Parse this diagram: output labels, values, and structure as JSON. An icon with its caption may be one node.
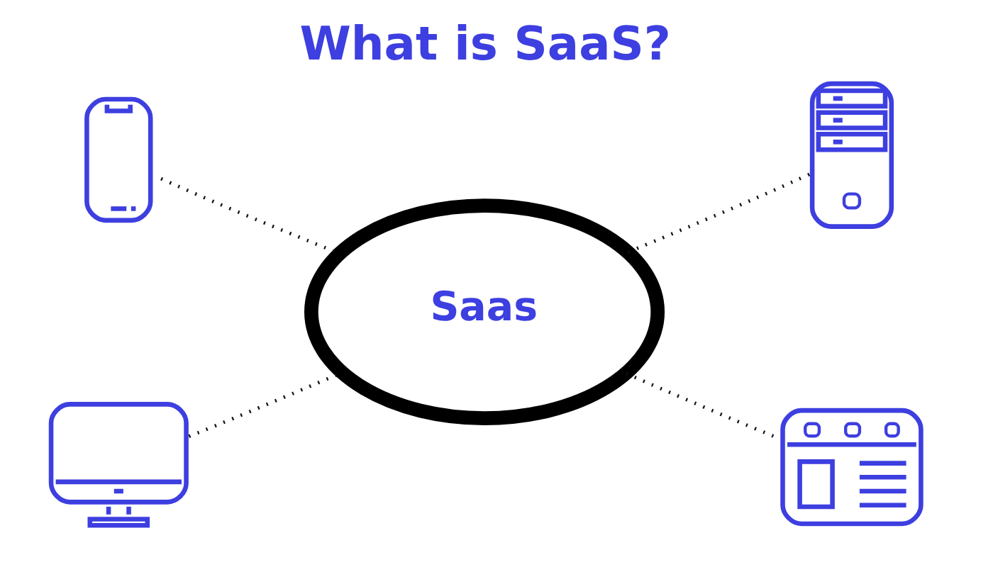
{
  "diagram": {
    "title": "What is SaaS?",
    "nodes": [
      {
        "text": [],
        "shape": "phone"
      },
      {
        "text": [],
        "shape": "server"
      },
      {
        "text": [
          "Saas"
        ]
      },
      {
        "text": [],
        "shape": "monitor"
      },
      {
        "text": [],
        "shape": "window"
      }
    ],
    "edges": [
      {
        "from": 0,
        "to": 2,
        "arrow": "none",
        "style": "dashed"
      },
      {
        "from": 2,
        "to": 1,
        "arrow": "none",
        "style": "dashed"
      },
      {
        "from": 3,
        "to": 2,
        "arrow": "none",
        "style": "dashed"
      },
      {
        "from": 2,
        "to": 4,
        "arrow": "none",
        "style": "dashed"
      }
    ]
  }
}
